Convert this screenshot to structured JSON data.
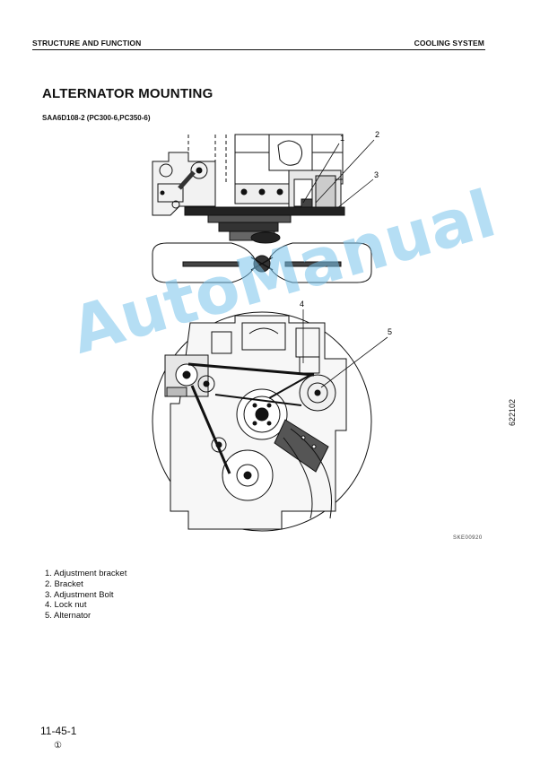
{
  "header": {
    "left": "STRUCTURE AND FUNCTION",
    "right": "COOLING SYSTEM"
  },
  "title": "ALTERNATOR MOUNTING",
  "subtitle": "SAA6D108-2 (PC300-6,PC350-6)",
  "callouts": [
    "1",
    "2",
    "3",
    "4",
    "5"
  ],
  "figure_code": "SKE00920",
  "side_number": "622102",
  "legend": [
    "1. Adjustment bracket",
    "2. Bracket",
    "3. Adjustment Bolt",
    "4. Lock nut",
    "5. Alternator"
  ],
  "page_number": "11-45-1",
  "revision_mark": "①",
  "watermark": "AutoManual"
}
